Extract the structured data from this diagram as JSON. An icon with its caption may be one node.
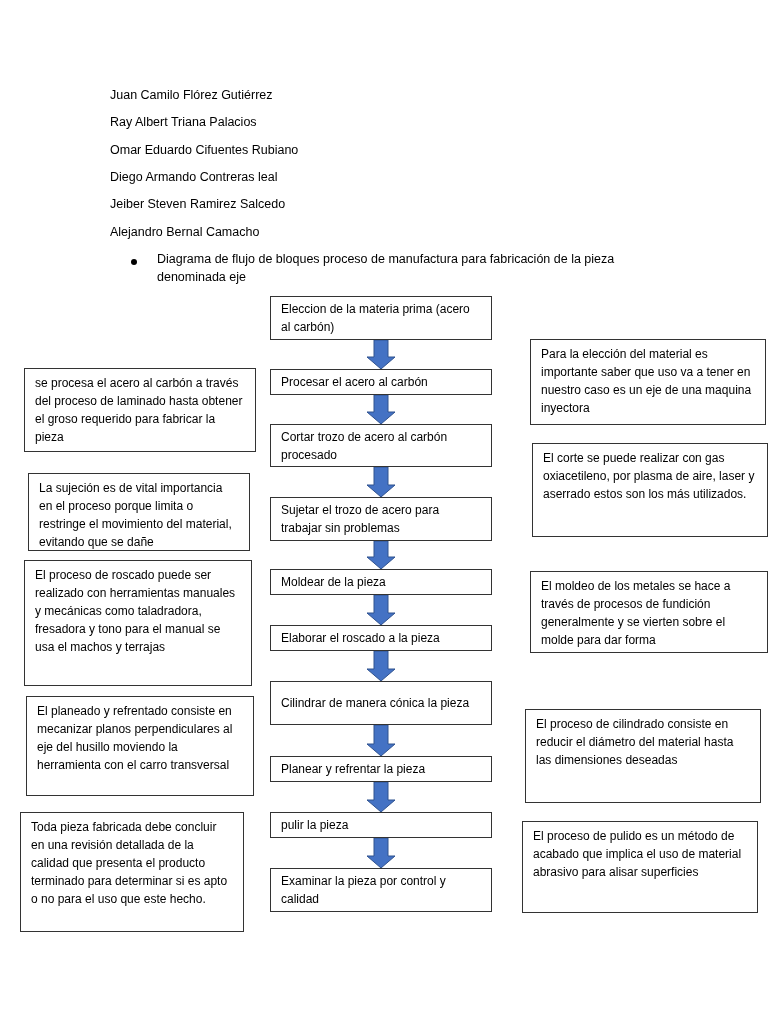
{
  "diagram": {
    "nodes": [
      {
        "text": [
          "Eleccion de la materia prima (acero al carbón)"
        ]
      },
      {
        "text": [
          "Procesar el acero al carbón"
        ]
      },
      {
        "text": [
          "Cortar trozo de acero al carbón procesado"
        ]
      },
      {
        "text": [
          "Sujetar el trozo de acero para trabajar sin problemas"
        ]
      },
      {
        "text": [
          "Moldear de la pieza"
        ]
      },
      {
        "text": [
          "Elaborar el roscado a la pieza"
        ]
      },
      {
        "text": [
          "Cilindrar de manera cónica la pieza"
        ]
      },
      {
        "text": [
          "Planear y refrentar la pieza"
        ]
      },
      {
        "text": [
          "pulir la pieza"
        ]
      },
      {
        "text": [
          "Examinar la pieza por control y calidad"
        ]
      },
      {
        "text": [
          "se procesa el acero al carbón a través del proceso de laminado hasta obtener el groso requerido para fabricar la pieza"
        ]
      },
      {
        "text": [
          "La sujeción es de vital importancia en el proceso porque limita o restringe el movimiento del material, evitando que se dañe"
        ]
      },
      {
        "text": [
          "El proceso de roscado puede ser realizado con herramientas manuales y mecánicas como taladradora, fresadora y tono para el manual se usa el machos y terrajas"
        ]
      },
      {
        "text": [
          "El planeado y refrentado consiste en mecanizar planos perpendiculares al eje del husillo moviendo la herramienta con el carro transversal"
        ]
      },
      {
        "text": [
          "Toda pieza fabricada debe concluir en una revisión detallada de la calidad que presenta el producto terminado para determinar si es apto o no para el uso que este hecho."
        ]
      },
      {
        "text": [
          "Para la elección del material es importante saber que uso va a tener en nuestro caso es un eje de una maquina inyectora"
        ]
      },
      {
        "text": [
          "El corte se puede realizar con gas oxiacetileno, por plasma de aire, laser y aserrado estos son los más utilizados."
        ]
      },
      {
        "text": [
          "El moldeo de los metales se hace a través de procesos de fundición generalmente y se vierten sobre el molde para dar forma"
        ]
      },
      {
        "text": [
          "El proceso de cilindrado consiste en reducir el diámetro del material hasta las dimensiones deseadas"
        ]
      },
      {
        "text": [
          "El proceso de pulido es un método de acabado que implica el uso de material abrasivo para alisar superficies"
        ]
      }
    ],
    "edges": [
      {
        "from": 0,
        "to": 1,
        "arrow": "to"
      },
      {
        "from": 1,
        "to": 2,
        "arrow": "to"
      },
      {
        "from": 2,
        "to": 3,
        "arrow": "to"
      },
      {
        "from": 3,
        "to": 4,
        "arrow": "to"
      },
      {
        "from": 4,
        "to": 5,
        "arrow": "to"
      },
      {
        "from": 5,
        "to": 6,
        "arrow": "to"
      },
      {
        "from": 6,
        "to": 7,
        "arrow": "to"
      },
      {
        "from": 7,
        "to": 8,
        "arrow": "to"
      },
      {
        "from": 8,
        "to": 9,
        "arrow": "to"
      }
    ],
    "labels": [
      "Juan Camilo Flórez Gutiérrez",
      "Ray Albert Triana Palacios",
      "Omar Eduardo Cifuentes Rubiano",
      "Diego Armando Contreras leal",
      "Jeiber Steven Ramirez Salcedo",
      "Alejandro Bernal Camacho",
      "Diagrama de flujo de bloques proceso de manufactura para fabricación de la pieza denominada eje"
    ]
  }
}
